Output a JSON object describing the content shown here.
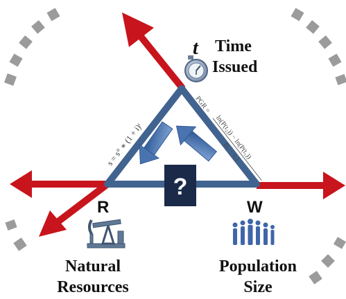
{
  "labels": {
    "time_line1": "Time",
    "time_line2": "Issued",
    "time_symbol": "t",
    "resources_symbol": "R",
    "resources_line1": "Natural",
    "resources_line2": "Resources",
    "population_symbol": "W",
    "population_line1": "Population",
    "population_line2": "Size",
    "question": "?"
  },
  "formulas": {
    "left_edge": "s = s° ∗ (1 + i)ᵗ",
    "right_edge_lhs": "PGR =",
    "right_edge_num": "ln(P(t₂)) − ln(P(t₁))",
    "right_edge_den": "(t₂ − t₁)"
  },
  "colors": {
    "arrow_red": "#c8141c",
    "triangle_blue": "#41638f",
    "rotation_arrow_blue": "#4a74b0",
    "question_box": "#1b2a49",
    "ring_gray": "#9b9b9b"
  },
  "icons": [
    "oil-pump-icon",
    "stopwatch-icon",
    "people-group-icon"
  ]
}
